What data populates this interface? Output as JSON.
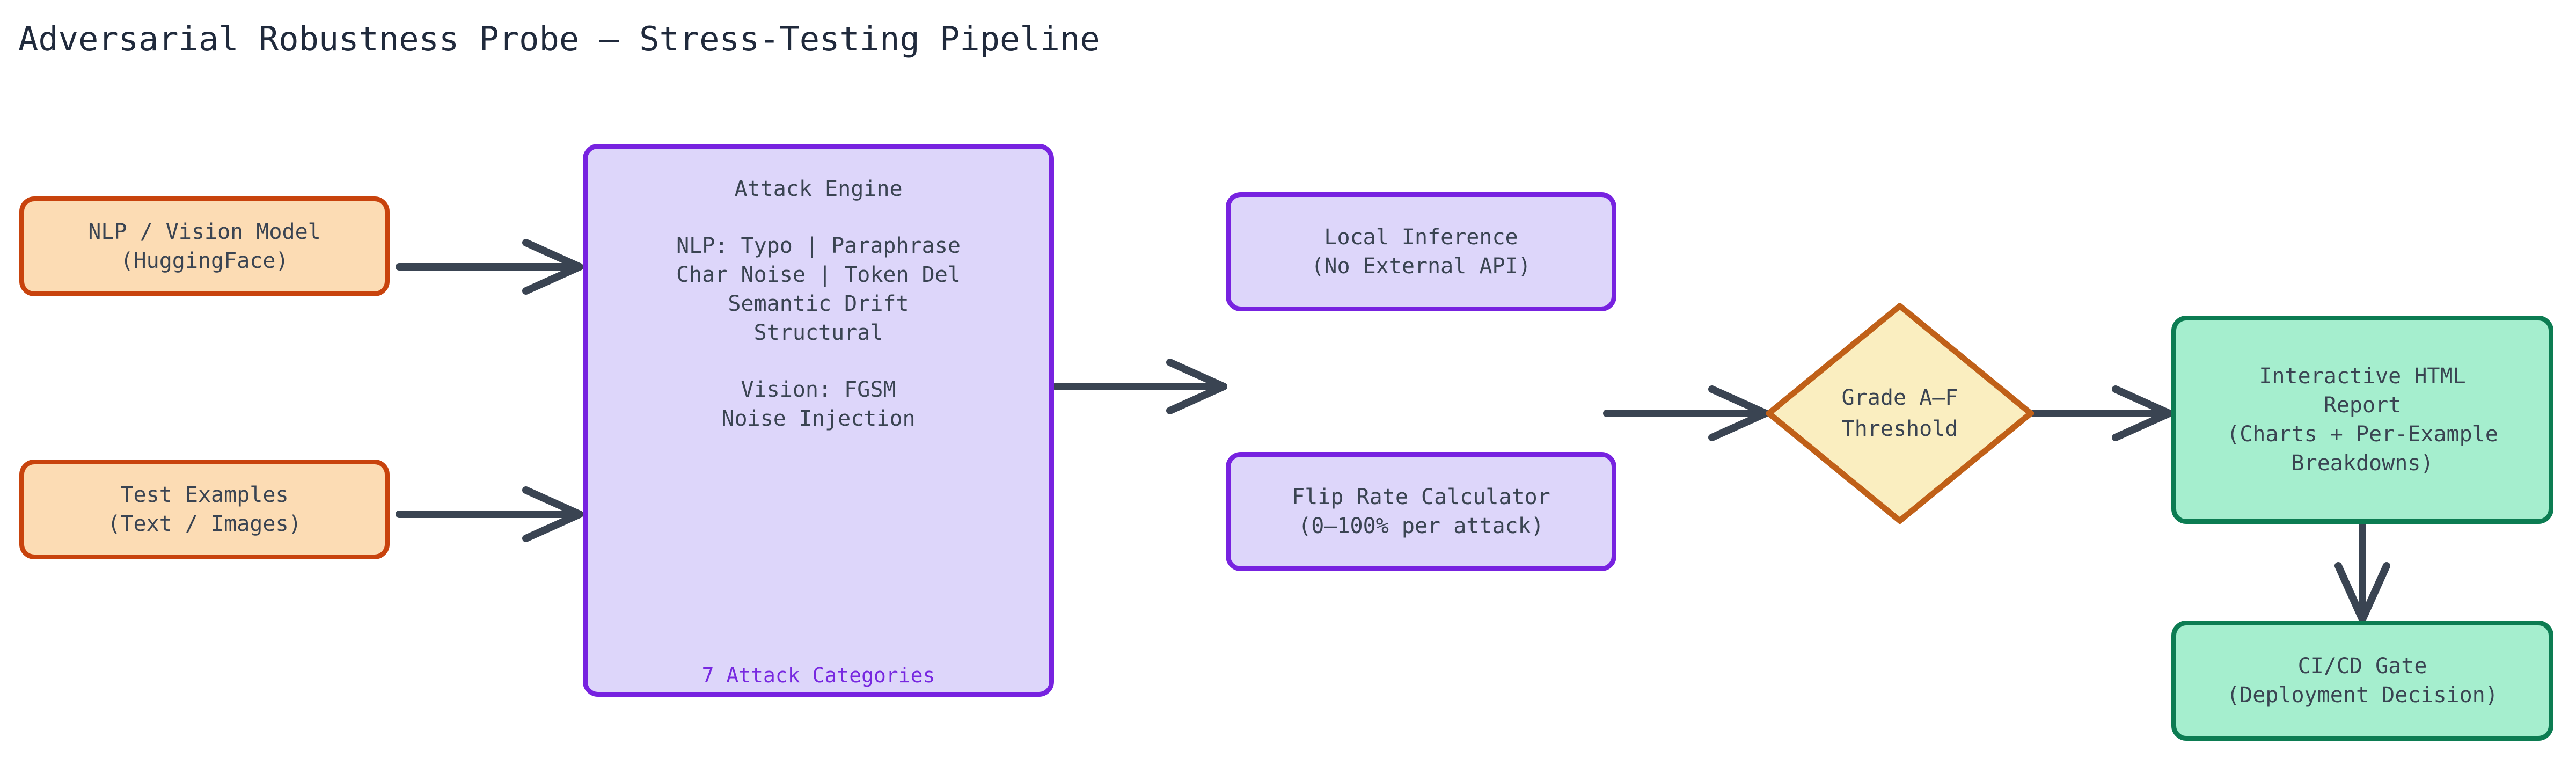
{
  "title": "Adversarial Robustness Probe — Stress-Testing Pipeline",
  "colors": {
    "background": "#ffffff",
    "title_text": "#202a3c",
    "node_text": "#3a4452",
    "orange_fill": "#fcdcb4",
    "orange_border": "#c8430d",
    "purple_fill": "#ddd6fa",
    "purple_border": "#7722e0",
    "green_fill": "#a5eece",
    "green_border": "#0c7c52",
    "yellow_fill": "#faeec0",
    "yellow_border": "#c06018",
    "edge": "#3a4452",
    "caption_text": "#7728e0"
  },
  "nodes": {
    "model": {
      "line1": "NLP / Vision Model",
      "line2": "(HuggingFace)"
    },
    "examples": {
      "line1": "Test Examples",
      "line2": "(Text / Images)"
    },
    "attack_engine": {
      "heading": "Attack Engine",
      "nlp_line1": "NLP: Typo | Paraphrase",
      "nlp_line2": "Char Noise | Token Del",
      "nlp_line3": "Semantic Drift",
      "nlp_line4": "Structural",
      "vision_line1": "Vision: FGSM",
      "vision_line2": "Noise Injection",
      "caption": "7 Attack Categories"
    },
    "local_inference": {
      "line1": "Local Inference",
      "line2": "(No External API)"
    },
    "flip_rate": {
      "line1": "Flip Rate Calculator",
      "line2": "(0–100% per attack)"
    },
    "decision": {
      "line1": "Grade A–F",
      "line2": "Threshold"
    },
    "report": {
      "line1": "Interactive HTML",
      "line2": "Report",
      "line3": "(Charts + Per-Example",
      "line4": "Breakdowns)"
    },
    "cicd": {
      "line1": "CI/CD Gate",
      "line2": "(Deployment Decision)"
    }
  },
  "edges": [
    {
      "from": "model",
      "to": "attack_engine",
      "label": ""
    },
    {
      "from": "examples",
      "to": "attack_engine",
      "label": ""
    },
    {
      "from": "attack_engine",
      "to": "local_inference_flip_rate_stage",
      "label": ""
    },
    {
      "from": "flip_rate_stage",
      "to": "decision",
      "label": ""
    },
    {
      "from": "decision",
      "to": "report",
      "label": ""
    },
    {
      "from": "report",
      "to": "cicd",
      "label": ""
    }
  ]
}
